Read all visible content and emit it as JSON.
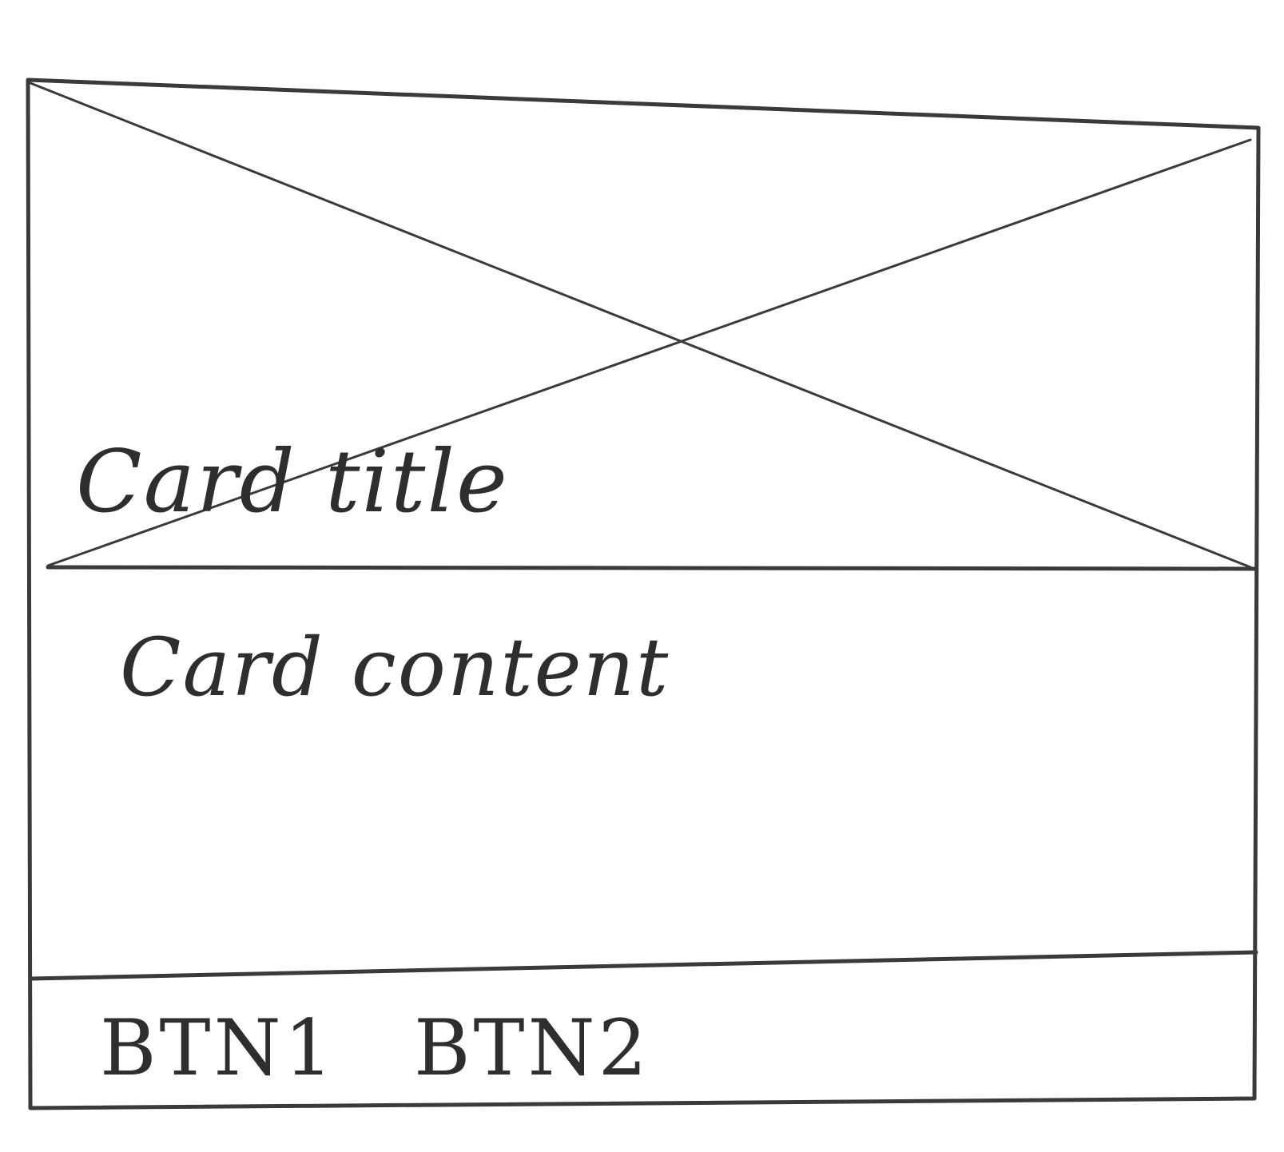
{
  "card": {
    "title": "Card title",
    "content": "Card content",
    "media_placeholder_icon": "image-placeholder-cross-icon",
    "actions": [
      {
        "label": "BTN1"
      },
      {
        "label": "BTN2"
      }
    ]
  },
  "colors": {
    "ink": "#3a3a3a",
    "paper": "#ffffff"
  }
}
